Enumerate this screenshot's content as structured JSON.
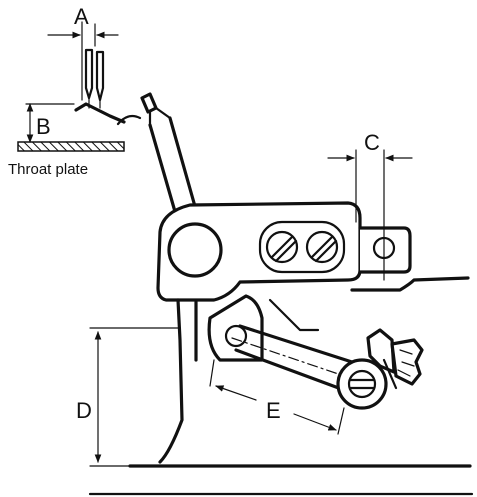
{
  "labels": {
    "a": "A",
    "b": "B",
    "c": "C",
    "d": "D",
    "e": "E",
    "throat_plate": "Throat plate"
  }
}
